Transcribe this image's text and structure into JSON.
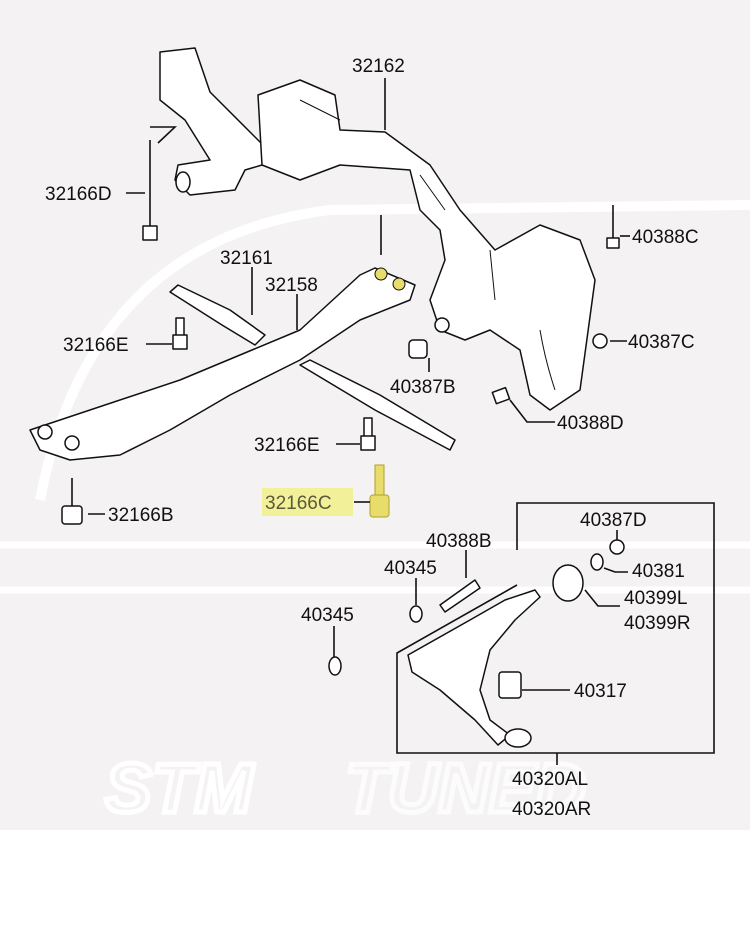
{
  "watermark": "STMTUNED",
  "highlight_color": "#f3f09a",
  "highlighted_part": "32166C",
  "labels": {
    "p32162": "32162",
    "p32166D": "32166D",
    "p40388C": "40388C",
    "p32161": "32161",
    "p32158": "32158",
    "p32166E_a": "32166E",
    "p40387C": "40387C",
    "p40387B": "40387B",
    "p40388D": "40388D",
    "p32166E_b": "32166E",
    "p32166B": "32166B",
    "p32166C": "32166C",
    "p40387D": "40387D",
    "p40388B": "40388B",
    "p40345_a": "40345",
    "p40381": "40381",
    "p40399L": "40399L",
    "p40399R": "40399R",
    "p40345_b": "40345",
    "p40317": "40317",
    "p40320AL": "40320AL",
    "p40320AR": "40320AR"
  }
}
